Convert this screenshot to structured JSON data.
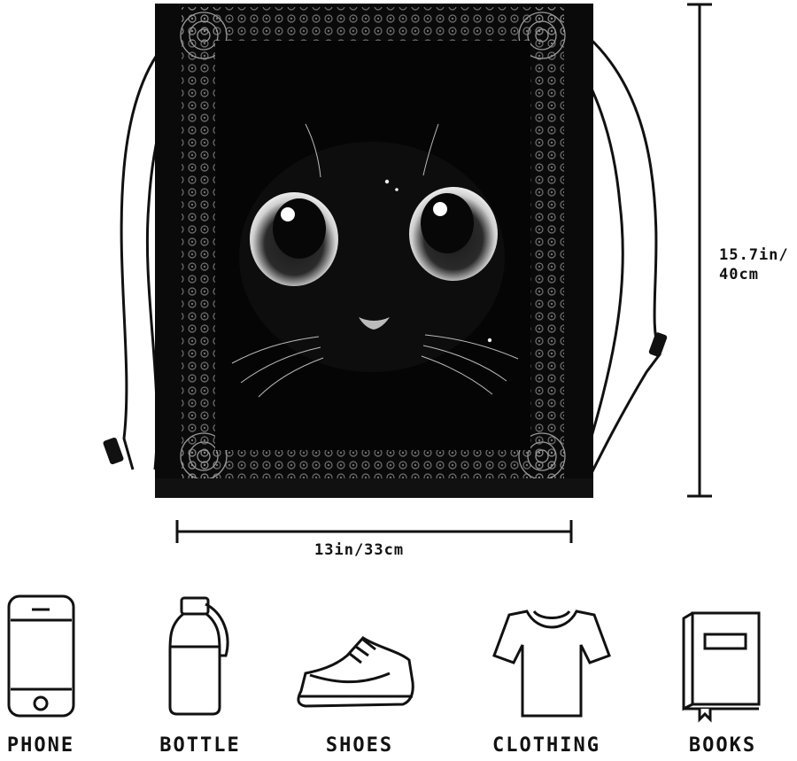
{
  "dimensions": {
    "height_label_line1": "15.7in/",
    "height_label_line2": "40cm",
    "width_label": "13in/33cm"
  },
  "items": [
    {
      "label": "PHONE",
      "icon": "phone-icon"
    },
    {
      "label": "BOTTLE",
      "icon": "bottle-icon"
    },
    {
      "label": "SHOES",
      "icon": "shoe-icon"
    },
    {
      "label": "CLOTHING",
      "icon": "tshirt-icon"
    },
    {
      "label": "BOOKS",
      "icon": "book-icon"
    }
  ],
  "colors": {
    "bag": "#0a0a0a",
    "lace": "#8a8a8a",
    "ink": "#111111"
  }
}
